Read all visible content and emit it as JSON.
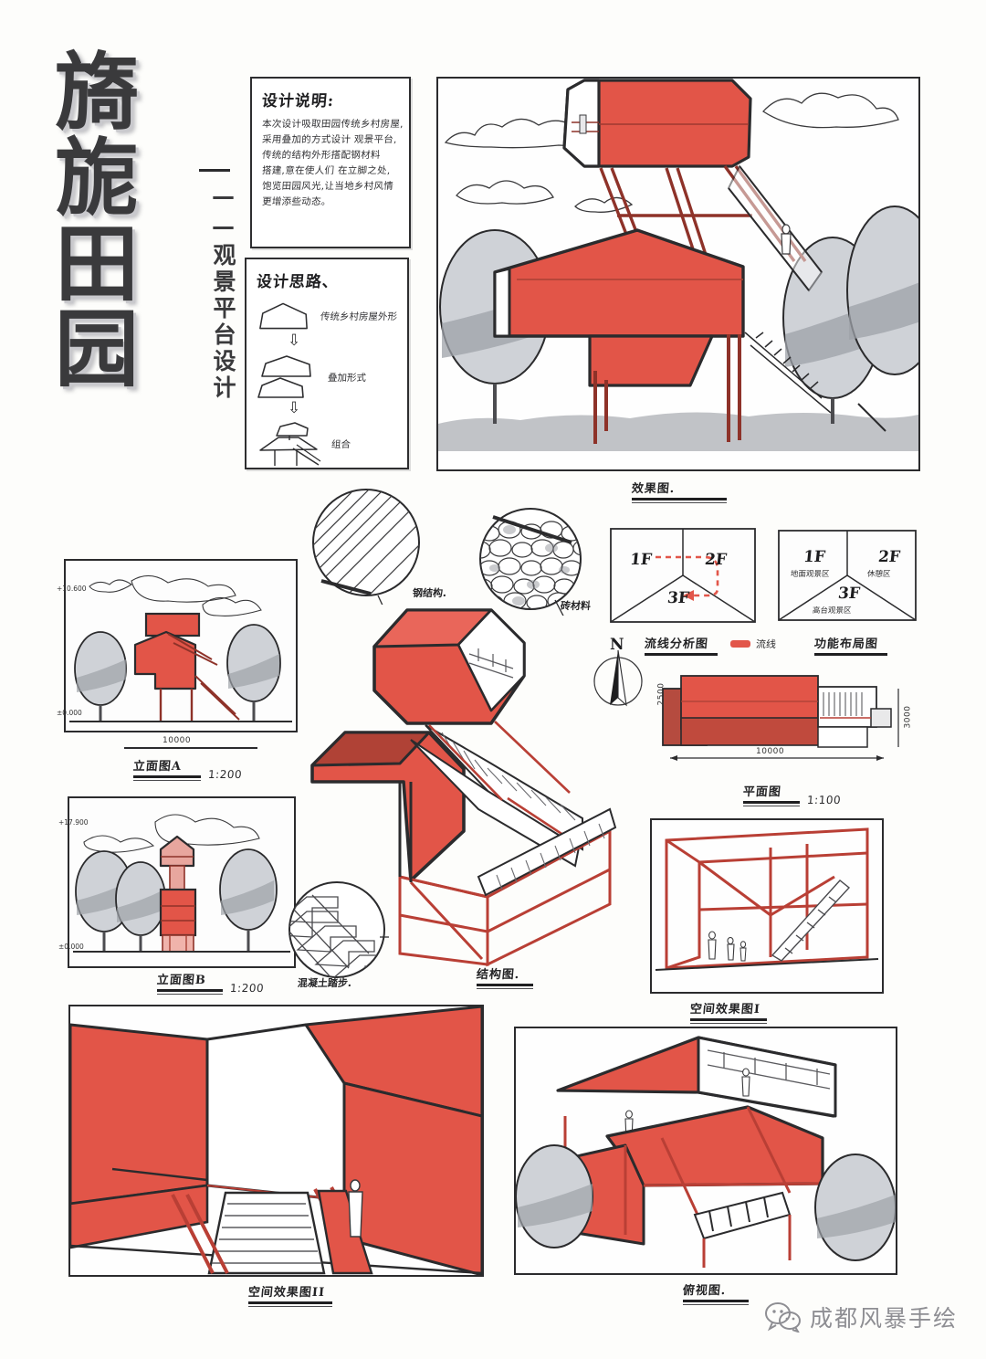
{
  "poster": {
    "title_chars": [
      "旖",
      "旎",
      "田",
      "园"
    ],
    "subtitle": "——观景平台设计"
  },
  "design_note": {
    "heading": "设计说明:",
    "lines": [
      "本次设计吸取田园传统乡村房屋,",
      "采用叠加的方式设计 观景平台,",
      "传统的结构外形搭配钢材料",
      "搭建,意在使人们 在立脚之处,",
      "饱览田园风光,让当地乡村风情",
      "更增添些动态。"
    ]
  },
  "design_idea": {
    "heading": "设计思路、",
    "steps": [
      {
        "icon": "house-outline-icon",
        "label": "传统乡村房屋外形"
      },
      {
        "icon": "stacked-house-icon",
        "label": "叠加形式"
      },
      {
        "icon": "combined-platform-icon",
        "label": "组合"
      }
    ],
    "arrow": "⇩"
  },
  "main_render": {
    "caption": "效果图."
  },
  "elevation_a": {
    "caption": "立面图A",
    "scale": "1:200",
    "dim_width": "10000",
    "level_top": "+10.600",
    "level_base": "±0.000"
  },
  "elevation_b": {
    "caption": "立面图B",
    "scale": "1:200",
    "level_top": "+17.900",
    "level_base": "±0.000"
  },
  "material_details": [
    {
      "name": "steel-structure-detail",
      "label": "钢结构."
    },
    {
      "name": "stone-material-detail",
      "label": "砖材料"
    }
  ],
  "stair_detail": {
    "label": "混凝土踏步."
  },
  "circulation_diagram": {
    "caption": "流线分析图",
    "floors": [
      "1F",
      "2F",
      "3F"
    ],
    "legend_label": "流线"
  },
  "function_diagram": {
    "caption": "功能布局图",
    "zones": [
      {
        "floor": "1F",
        "name": "地面观景区"
      },
      {
        "floor": "2F",
        "name": "休憩区"
      },
      {
        "floor": "3F",
        "name": "高台观景区"
      }
    ]
  },
  "compass": {
    "label": "N"
  },
  "plan": {
    "caption": "平面图",
    "scale": "1:100",
    "dim_length": "10000",
    "dim_depth_left": "2500",
    "dim_depth_right": "3000"
  },
  "axonometric": {
    "caption": "结构图."
  },
  "space_render_1": {
    "caption": "空间效果图I"
  },
  "space_render_2": {
    "caption": "空间效果图II"
  },
  "top_view": {
    "caption": "俯视图."
  },
  "watermark": {
    "icon": "wechat-icon",
    "text": "成都风暴手绘"
  },
  "colors": {
    "accent_red": "#e25548",
    "accent_red_dark": "#b93f35",
    "ink": "#2b2b2d",
    "tree_gray": "#b9bcc1",
    "ground_gray": "#a9acb1"
  }
}
